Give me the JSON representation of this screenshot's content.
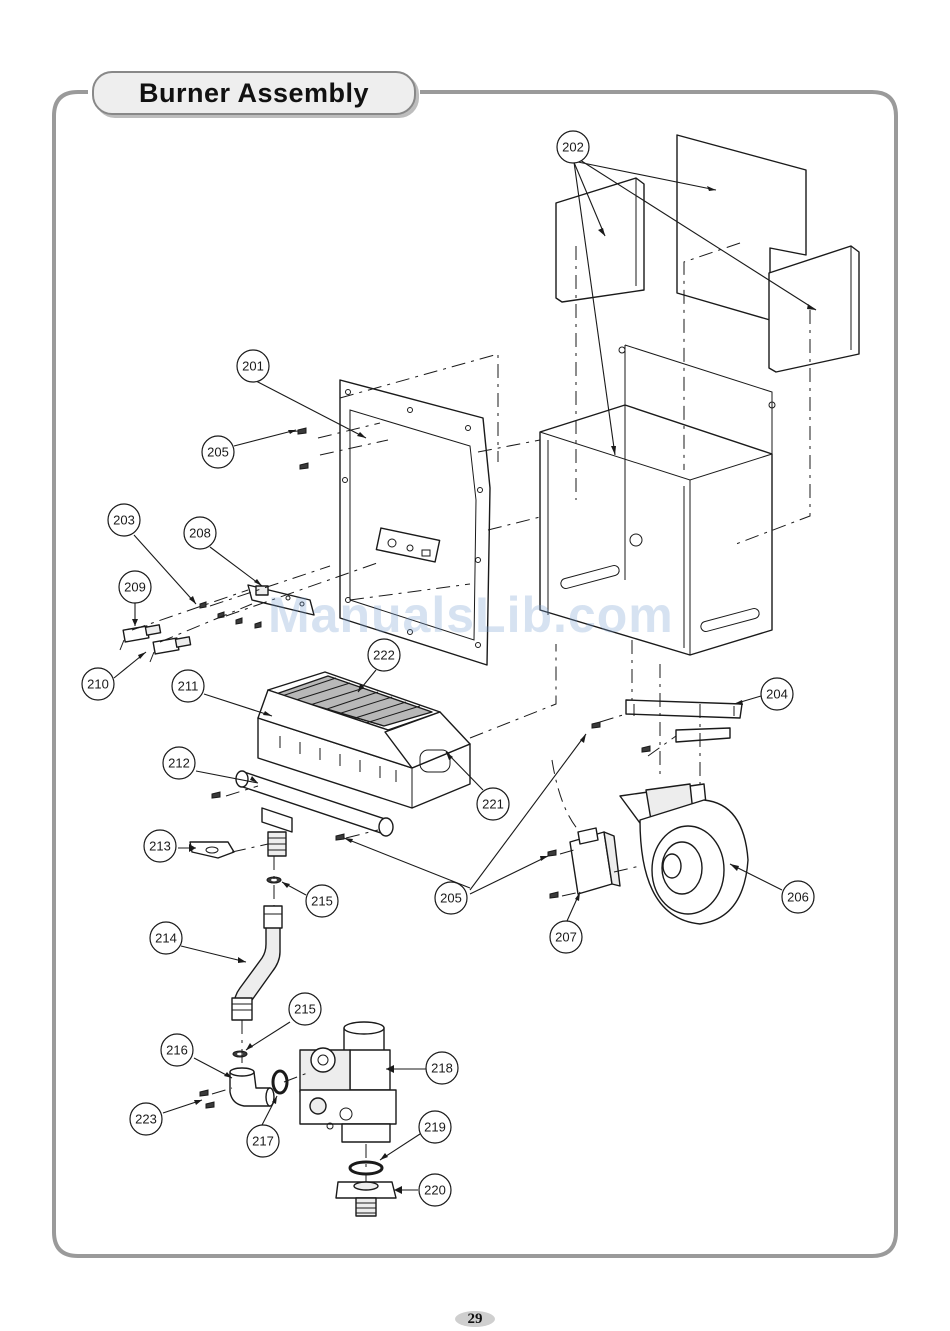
{
  "header": {
    "title": "Burner Assembly"
  },
  "watermark": "ManualsLib.com",
  "footer": {
    "page_number": "29"
  },
  "diagram": {
    "type": "exploded-parts-diagram",
    "callouts": [
      {
        "id": "c201",
        "label": "201"
      },
      {
        "id": "c202",
        "label": "202"
      },
      {
        "id": "c203",
        "label": "203"
      },
      {
        "id": "c204",
        "label": "204"
      },
      {
        "id": "c205a",
        "label": "205"
      },
      {
        "id": "c205b",
        "label": "205"
      },
      {
        "id": "c206",
        "label": "206"
      },
      {
        "id": "c207",
        "label": "207"
      },
      {
        "id": "c208",
        "label": "208"
      },
      {
        "id": "c209",
        "label": "209"
      },
      {
        "id": "c210",
        "label": "210"
      },
      {
        "id": "c211",
        "label": "211"
      },
      {
        "id": "c212",
        "label": "212"
      },
      {
        "id": "c213",
        "label": "213"
      },
      {
        "id": "c214",
        "label": "214"
      },
      {
        "id": "c215a",
        "label": "215"
      },
      {
        "id": "c215b",
        "label": "215"
      },
      {
        "id": "c216",
        "label": "216"
      },
      {
        "id": "c217",
        "label": "217"
      },
      {
        "id": "c218",
        "label": "218"
      },
      {
        "id": "c219",
        "label": "219"
      },
      {
        "id": "c220",
        "label": "220"
      },
      {
        "id": "c221",
        "label": "221"
      },
      {
        "id": "c222",
        "label": "222"
      },
      {
        "id": "c223",
        "label": "223"
      }
    ]
  }
}
